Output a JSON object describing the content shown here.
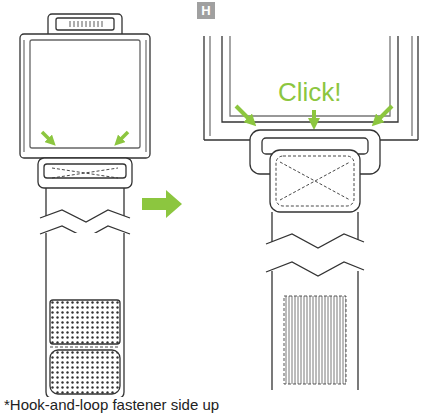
{
  "diagram": {
    "labels": [
      "H",
      "Click!",
      "*Hook-and-loop fastener side up"
    ]
  }
}
